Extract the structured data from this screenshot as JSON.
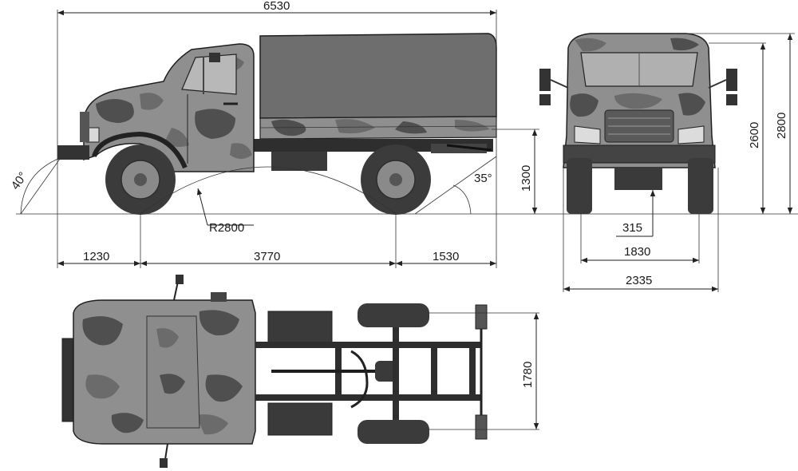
{
  "side_view": {
    "overall_length": "6530",
    "front_overhang": "1230",
    "wheelbase": "3770",
    "rear_overhang": "1530",
    "approach_angle": "40°",
    "departure_angle": "35°",
    "ramp_radius": "R2800",
    "frame_height": "1300"
  },
  "front_view": {
    "cab_height": "2600",
    "overall_height": "2800",
    "ground_clearance": "315",
    "track_width": "1830",
    "overall_width": "2335"
  },
  "top_view": {
    "rear_track": "1780"
  },
  "colors": {
    "line": "#222222",
    "camo_dark": "#4f4f4f",
    "camo_mid": "#6b6b6b",
    "camo_light": "#8f8f8f",
    "tarp": "#6e6e6e"
  }
}
